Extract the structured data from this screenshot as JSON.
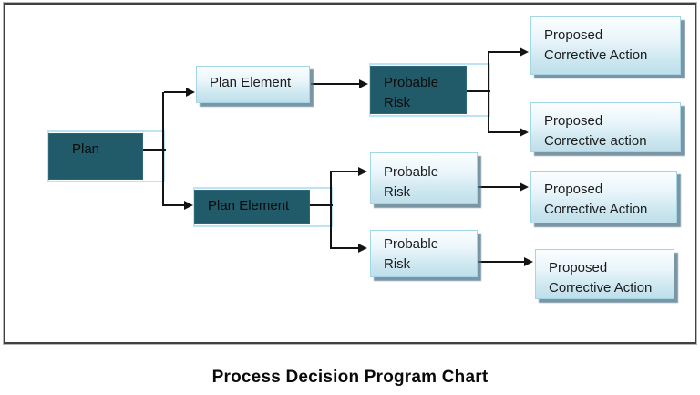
{
  "diagram": {
    "title": "Process Decision Program Chart",
    "nodes": {
      "plan": {
        "label": "Plan"
      },
      "plan_element_top": {
        "label": "Plan Element"
      },
      "plan_element_bottom": {
        "label": "Plan Element"
      },
      "probable_risk_top": {
        "label": "Probable\nRisk"
      },
      "probable_risk_mid": {
        "label": "Probable\nRisk"
      },
      "probable_risk_bottom": {
        "label": "Probable\nRisk"
      },
      "corrective_action_1": {
        "label": "Proposed\nCorrective Action"
      },
      "corrective_action_2": {
        "label": "Proposed\nCorrective action"
      },
      "corrective_action_3": {
        "label": "Proposed\nCorrective Action"
      },
      "corrective_action_4": {
        "label": "Proposed\nCorrective Action"
      }
    },
    "colors": {
      "dark_node_fill": "#215a69",
      "light_node_top": "#fbfeff",
      "light_node_bottom": "#bfdfea",
      "node_border": "#a3d5e6",
      "backing_border": "#bce4f2",
      "connector": "#141414",
      "frame_border": "#404040",
      "title_color": "#0a0a0a"
    }
  }
}
